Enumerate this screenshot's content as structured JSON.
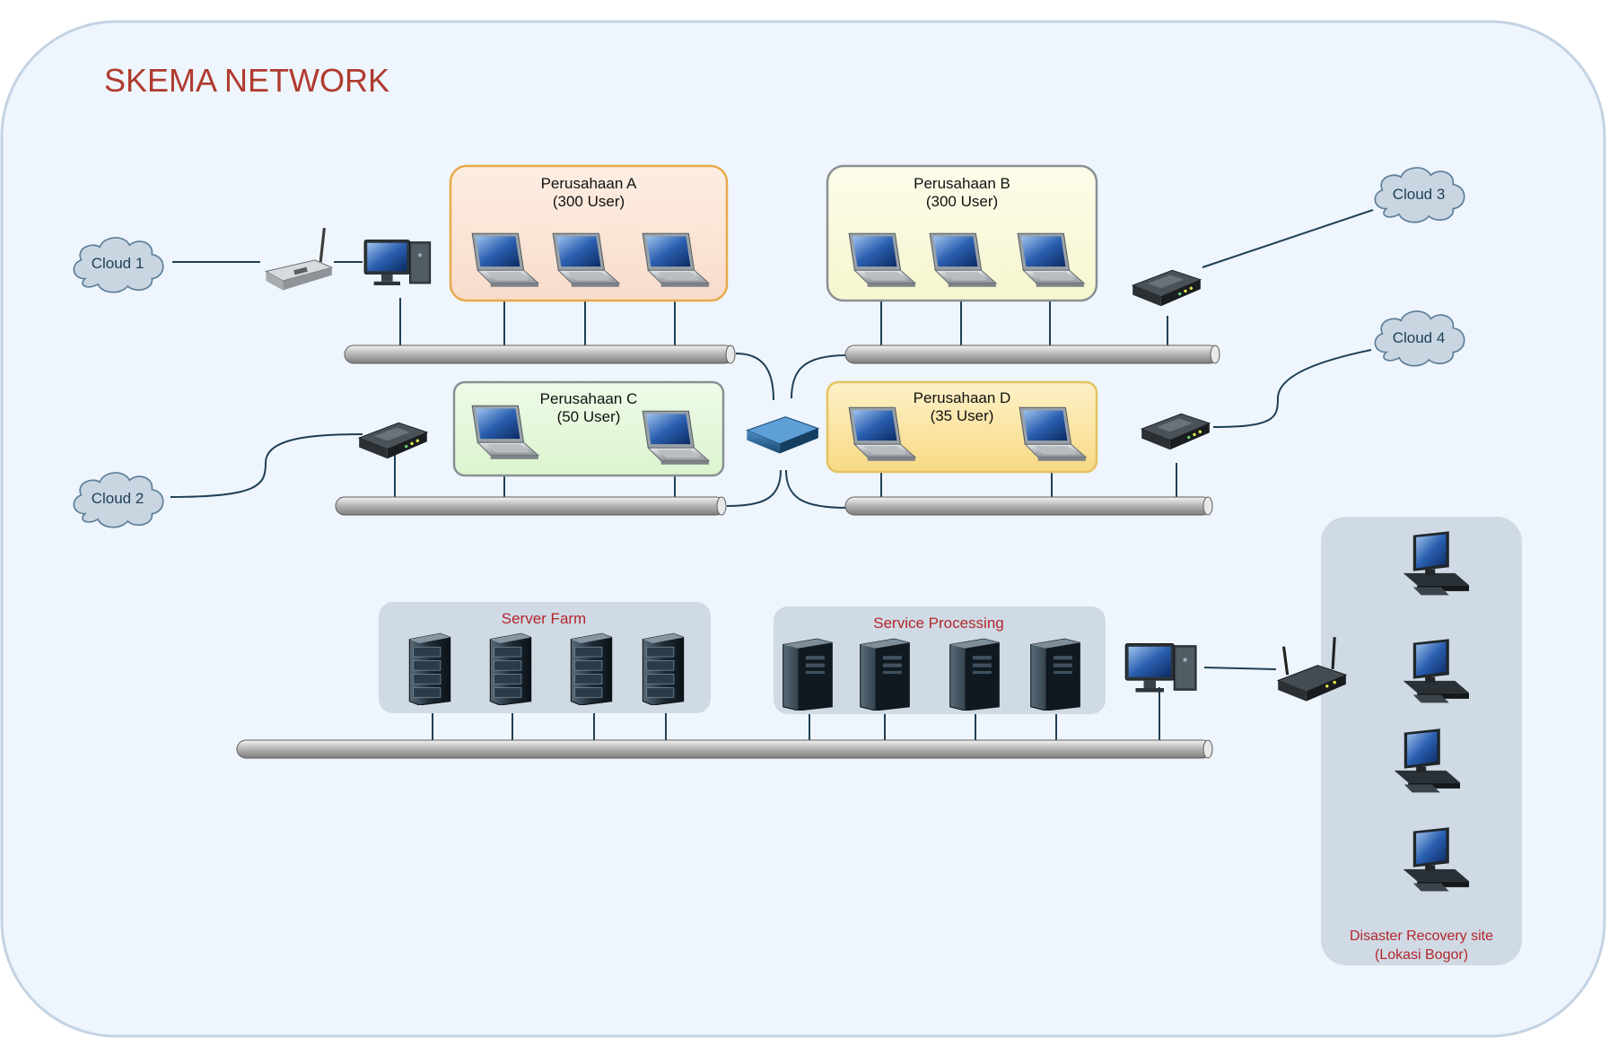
{
  "title": "SKEMA NETWORK",
  "colors": {
    "background": "#eef5fd",
    "border": "#c3d3e3",
    "title": "#b03a2e",
    "accent_text": "#b3262b",
    "wire": "#1f3f55",
    "cloud_fill": "#c9d6e2",
    "group_fill": "#cfdae5",
    "company_a": "#fbe4d3",
    "company_b": "#fafadc",
    "company_c": "#e4f7da",
    "company_d": "#fbe6a8"
  },
  "clouds": [
    {
      "label": "Cloud 1"
    },
    {
      "label": "Cloud 2"
    },
    {
      "label": "Cloud 3"
    },
    {
      "label": "Cloud 4"
    }
  ],
  "companies": [
    {
      "name": "Perusahaan A",
      "users": "(300 User)"
    },
    {
      "name": "Perusahaan B",
      "users": "(300 User)"
    },
    {
      "name": "Perusahaan C",
      "users": "(50 User)"
    },
    {
      "name": "Perusahaan D",
      "users": "(35 User)"
    }
  ],
  "groups": {
    "server_farm": "Server Farm",
    "service_processing": "Service Processing",
    "dr_site_line1": "Disaster Recovery site",
    "dr_site_line2": "(Lokasi Bogor)"
  },
  "icons": {
    "laptop": "laptop-icon",
    "desktop": "desktop-computer-icon",
    "wireless_router": "wireless-router-icon",
    "modem": "modem-icon",
    "switch": "switch-icon",
    "rack_server": "rack-server-icon",
    "tower_server": "tower-server-icon",
    "cloud": "cloud-icon"
  }
}
